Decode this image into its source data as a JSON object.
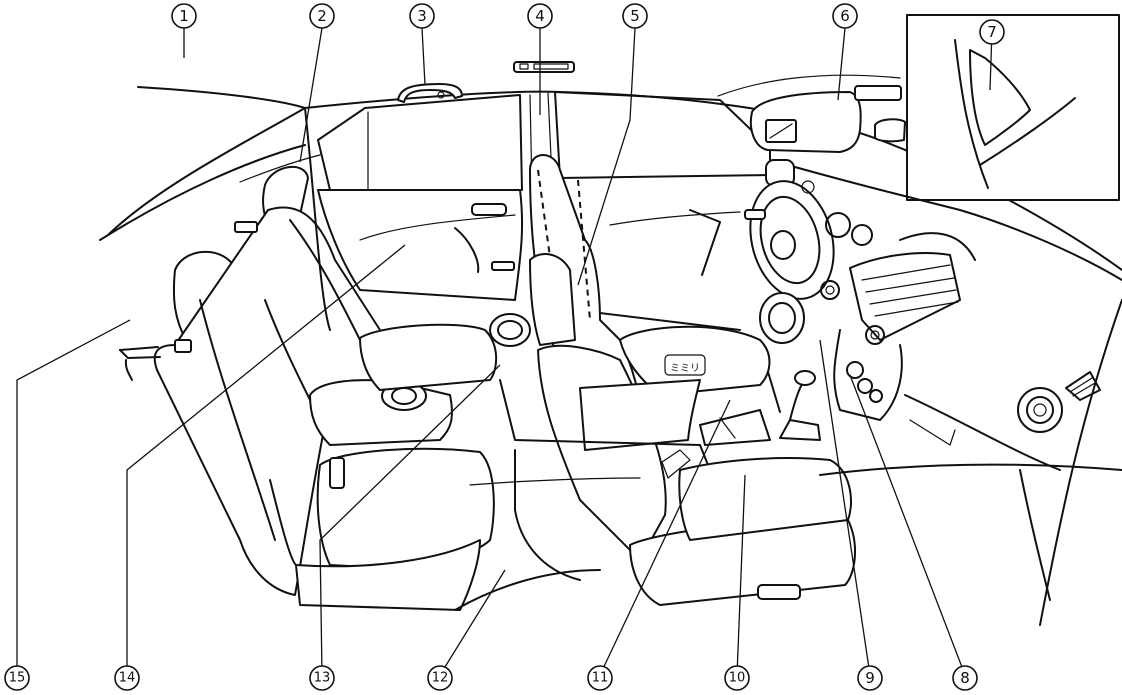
{
  "callouts": [
    {
      "id": "callout-1",
      "label": "1"
    },
    {
      "id": "callout-2",
      "label": "2"
    },
    {
      "id": "callout-3",
      "label": "3"
    },
    {
      "id": "callout-4",
      "label": "4"
    },
    {
      "id": "callout-5",
      "label": "5"
    },
    {
      "id": "callout-6",
      "label": "6"
    },
    {
      "id": "callout-7",
      "label": "7"
    },
    {
      "id": "callout-8",
      "label": "8"
    },
    {
      "id": "callout-9",
      "label": "9"
    },
    {
      "id": "callout-10",
      "label": "10"
    },
    {
      "id": "callout-11",
      "label": "11"
    },
    {
      "id": "callout-12",
      "label": "12"
    },
    {
      "id": "callout-13",
      "label": "13"
    },
    {
      "id": "callout-14",
      "label": "14"
    },
    {
      "id": "callout-15",
      "label": "15"
    }
  ],
  "inset": {
    "callout_label": "7"
  },
  "console_badge": "ミミリ"
}
